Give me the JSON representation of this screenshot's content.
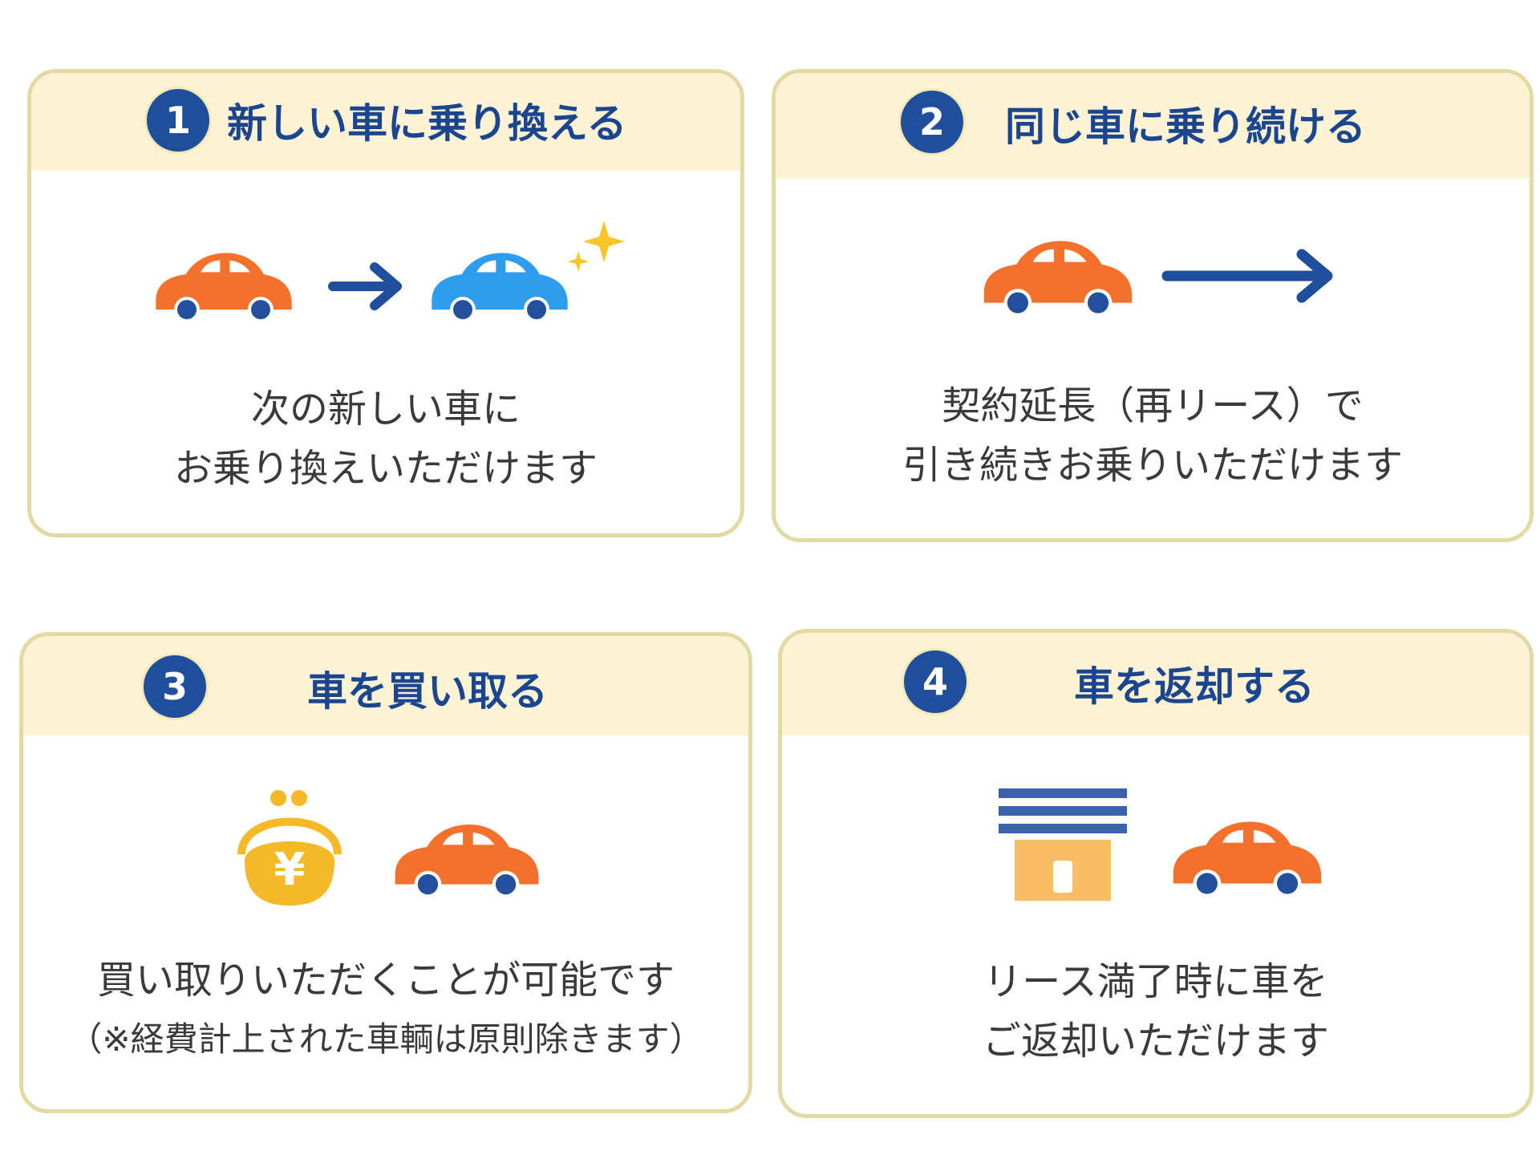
{
  "options": [
    {
      "number": "1",
      "title": "新しい車に乗り換える",
      "description": [
        "次の新しい車に",
        "お乗り換えいただけます"
      ]
    },
    {
      "number": "2",
      "title": "同じ車に乗り続ける",
      "description": [
        "契約延長（再リース）で",
        "引き続きお乗りいただけます"
      ]
    },
    {
      "number": "3",
      "title": "車を買い取る",
      "description": [
        "買い取りいただくことが可能です",
        "（※経費計上された車輌は原則除きます）"
      ],
      "wallet_symbol": "¥"
    },
    {
      "number": "4",
      "title": "車を返却する",
      "description": [
        "リース満了時に車を",
        "ご返却いただけます"
      ]
    }
  ],
  "colors": {
    "card_border": "#e3d9a3",
    "header_bg": "#fbf3d3",
    "title_blue": "#1b468f",
    "badge_blue": "#1f4e9c",
    "car_orange": "#f4702b",
    "car_blue": "#2f9ded",
    "wheel_blue": "#244f9d",
    "arrow_blue": "#1f4e9c",
    "sparkle_yellow": "#f7c62b",
    "wallet_yellow": "#f5b826",
    "shop_stripe": "#3a62ad",
    "shop_body": "#f9be63"
  },
  "icons": [
    "orange-car-icon",
    "blue-car-icon",
    "arrow-right-icon",
    "sparkle-icon",
    "wallet-yen-icon",
    "shop-icon"
  ]
}
